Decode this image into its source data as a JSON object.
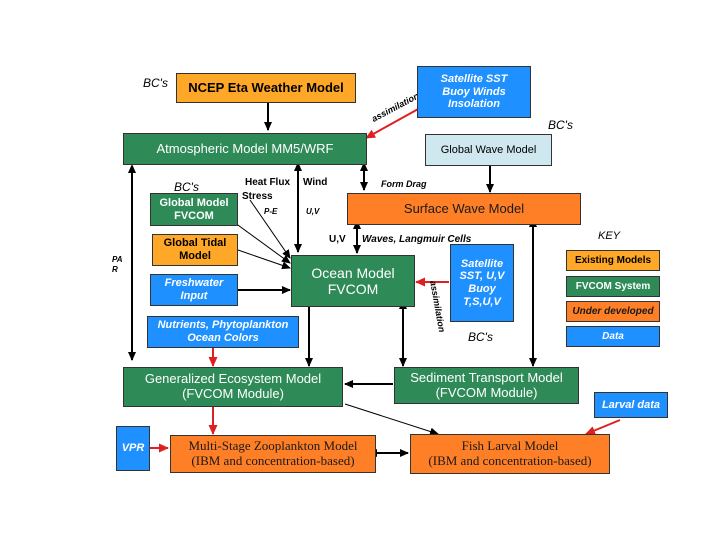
{
  "nodes": {
    "ncep": "NCEP Eta Weather Model",
    "satellite_sst_top": [
      "Satellite SST",
      "Buoy Winds",
      "Insolation"
    ],
    "atmospheric": "Atmospheric Model MM5/WRF",
    "global_wave": "Global Wave Model",
    "surface_wave": "Surface Wave Model",
    "global_model": [
      "Global Model",
      "FVCOM"
    ],
    "global_tidal": [
      "Global Tidal",
      "Model"
    ],
    "freshwater": [
      "Freshwater",
      "Input"
    ],
    "ocean": [
      "Ocean Model",
      "FVCOM"
    ],
    "satellite_mid": [
      "Satellite",
      "SST, U,V",
      "Buoy",
      "T,S,U,V"
    ],
    "nutrients": [
      "Nutrients, Phytoplankton",
      "Ocean Colors"
    ],
    "ecosystem": [
      "Generalized Ecosystem Model",
      "(FVCOM Module)"
    ],
    "sediment": [
      "Sediment Transport Model",
      "(FVCOM Module)"
    ],
    "larval_data": "Larval data",
    "vpr": "VPR",
    "zooplankton": [
      "Multi-Stage Zooplankton Model",
      "(IBM and concentration-based)"
    ],
    "fish_larval": [
      "Fish Larval Model",
      "(IBM and concentration-based)"
    ]
  },
  "labels": {
    "bcs_top": "BC's",
    "bcs_right": "BC's",
    "bcs_left": "BC's",
    "bcs_bottom": "BC's",
    "assimilation_top": "assimilation",
    "assimilation_mid": "assimilation",
    "heat_flux": "Heat Flux",
    "stress": "Stress",
    "wind": "Wind",
    "pe": "P-E",
    "uv_small": "U,V",
    "form_drag": "Form Drag",
    "uv_ocean": "U,V",
    "waves_langmuir": "Waves, Langmuir Cells",
    "par": "PA\nR"
  },
  "key": {
    "title": "KEY",
    "existing": "Existing Models",
    "fvcom": "FVCOM System",
    "under": "Under developed",
    "data": "Data"
  },
  "colors": {
    "orange": "#ff7f27",
    "orange_light": "#ffa726",
    "green": "#2e8b57",
    "blue": "#1e90ff",
    "light_blue": "#cfe8ef",
    "red_arrow": "#e02020"
  }
}
